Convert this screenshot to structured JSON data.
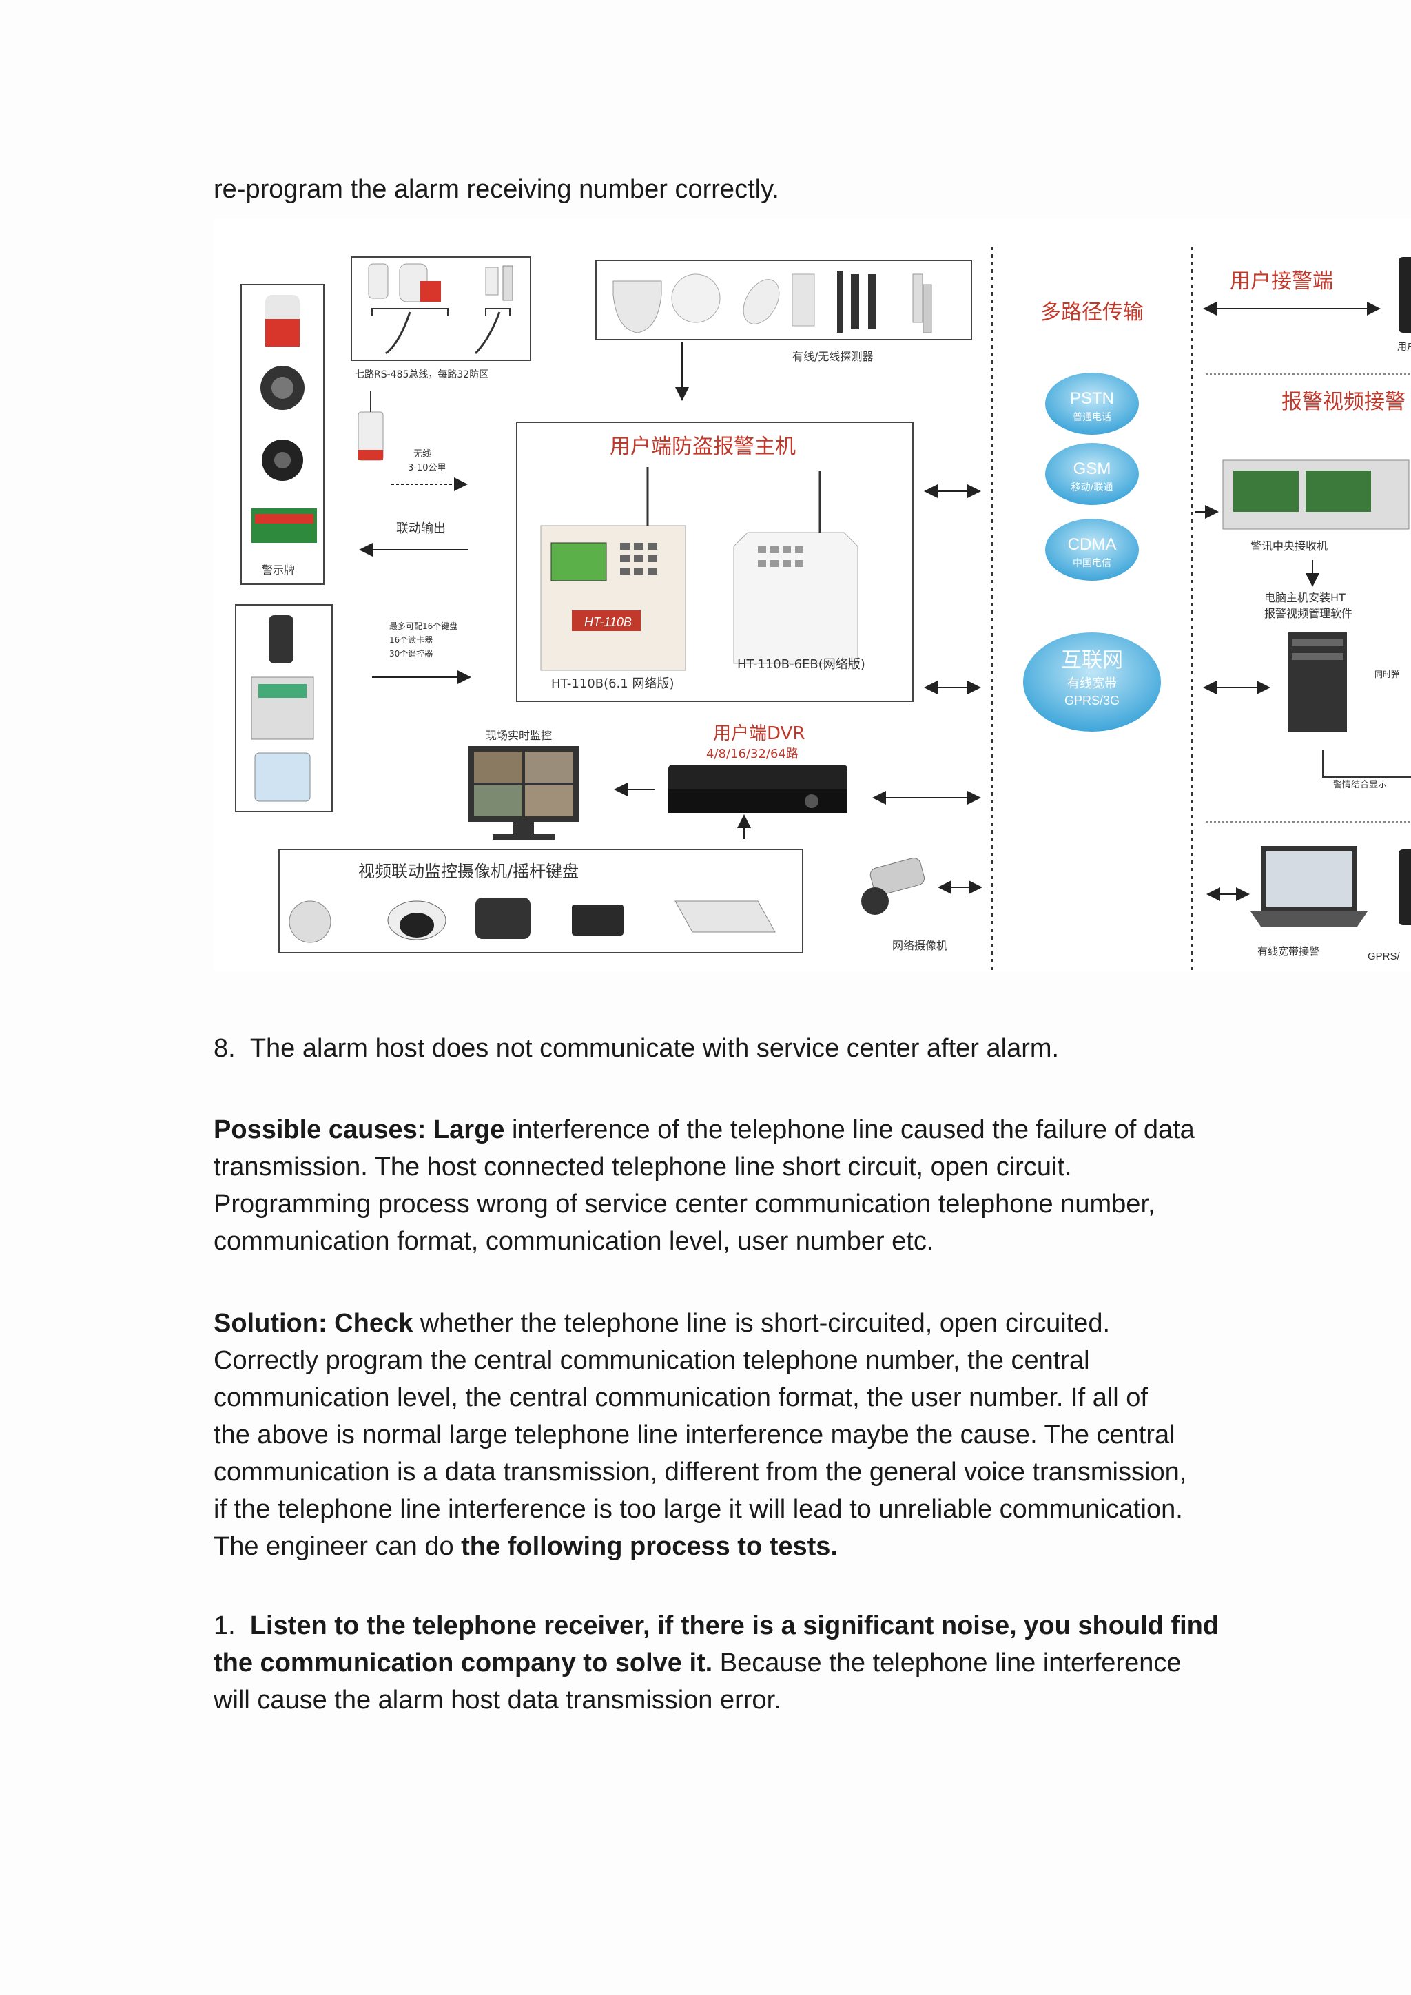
{
  "top_line": "re-program the alarm receiving number correctly.",
  "figure": {
    "transmission_title": "多路径传输",
    "user_receive_title": "用户接警端",
    "video_receive_title": "报警视频接警",
    "rs485_label": "七路RS-485总线，每路32防区",
    "detectors_label": "有线/无线探测器",
    "wireless_label_1": "无线",
    "wireless_label_2": "3-10公里",
    "linkage_output_label": "联动输出",
    "warning_sign_label": "警示牌",
    "keypad_label_1": "最多可配16个键盘",
    "keypad_label_2": "16个读卡器",
    "keypad_label_3": "30个遥控器",
    "host_title": "用户端防盗报警主机",
    "host_a_label": "HT-110B(6.1 网络版)",
    "host_b_label": "HT-110B-6EB(网络版)",
    "host_lcd_brand": "HT-110B",
    "dvr_title": "用户端DVR",
    "dvr_channels": "4/8/16/32/64路",
    "live_monitor_label": "现场实时监控",
    "ptz_panel_title": "视频联动监控摄像机/摇杆键盘",
    "network_camera_label": "网络摄像机",
    "cloud_pstn": "PSTN",
    "cloud_pstn_sub": "普通电话",
    "cloud_gsm": "GSM",
    "cloud_gsm_sub": "移动/联通",
    "cloud_cdma": "CDMA",
    "cloud_cdma_sub": "中国电信",
    "cloud_internet": "互联网",
    "cloud_internet_sub1": "有线宽带",
    "cloud_internet_sub2": "GPRS/3G",
    "receiver_label": "警讯中央接收机",
    "pc_label_1": "电脑主机安装HT",
    "pc_label_2": "报警视频管理软件",
    "pc_side_label": "同时弹",
    "alarm_bottom_label": "警情结合显示",
    "laptop_label": "有线宽带接警",
    "gprs_label": "GPRS/",
    "phone_label": "用户"
  },
  "item8": {
    "number": "8.",
    "text": "The alarm host does not communicate with service center after alarm."
  },
  "causes": {
    "bold": "Possible causes: Large",
    "line1_rest": " interference of the telephone line caused the failure of data",
    "line2": "transmission. The host connected telephone line short circuit, open circuit.",
    "line3": "Programming process wrong of service center communication telephone number,",
    "line4": "communication format, communication level, user number etc."
  },
  "solution": {
    "bold": "Solution: Check",
    "line1_rest": " whether the telephone line is short-circuited, open circuited.",
    "line2": "Correctly program the central communication telephone number, the central",
    "line3": "communication level, the central communication format, the user number. If all of",
    "line4": "the above is normal large telephone line interference maybe the cause. The central",
    "line5": "communication is a data transmission, different from the general voice transmission,",
    "line6": "if the telephone line interference is too large it will lead to unreliable communication.",
    "line7_normal": "The engineer can do ",
    "line7_bold": "the following process to tests."
  },
  "step1": {
    "number": "1.",
    "bold_line1": "Listen to the telephone receiver, if there is a significant noise, you should find",
    "bold_line2": "the communication company to solve it.",
    "line2_rest": " Because the telephone line interference",
    "line3": "will cause the alarm host data transmission error."
  },
  "colors": {
    "red_title": "#c0392b",
    "cloud": "#5ab4e0",
    "text": "#1a1a1a"
  }
}
